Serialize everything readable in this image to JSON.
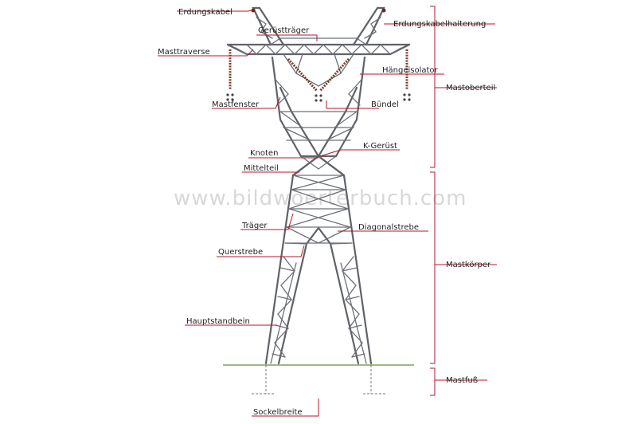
{
  "watermark": "www.bildwoerterbuch.com",
  "colors": {
    "leader": "#b4172a",
    "steel": "#5f6268",
    "insulator": "#7a3b28",
    "ground": "#7fa05a"
  },
  "labels": {
    "erdungskabel": "Erdungskabel",
    "geruesttraeger": "Gerüstträger",
    "erdungskabelhalterung": "Erdungskabelhalterung",
    "masttraverse": "Masttraverse",
    "haengeisolator": "Hängeisolator",
    "mastoberteil": "Mastoberteil",
    "mastfenster": "Mastfenster",
    "buendel": "Bündel",
    "knoten": "Knoten",
    "k_geruest": "K-Gerüst",
    "mittelteil": "Mittelteil",
    "traeger": "Träger",
    "diagonalstrebe": "Diagonalstrebe",
    "querstrebe": "Querstrebe",
    "mastkoerper": "Mastkörper",
    "hauptstandbein": "Hauptstandbein",
    "mastfuss": "Mastfuß",
    "sockelbreite": "Sockelbreite"
  }
}
